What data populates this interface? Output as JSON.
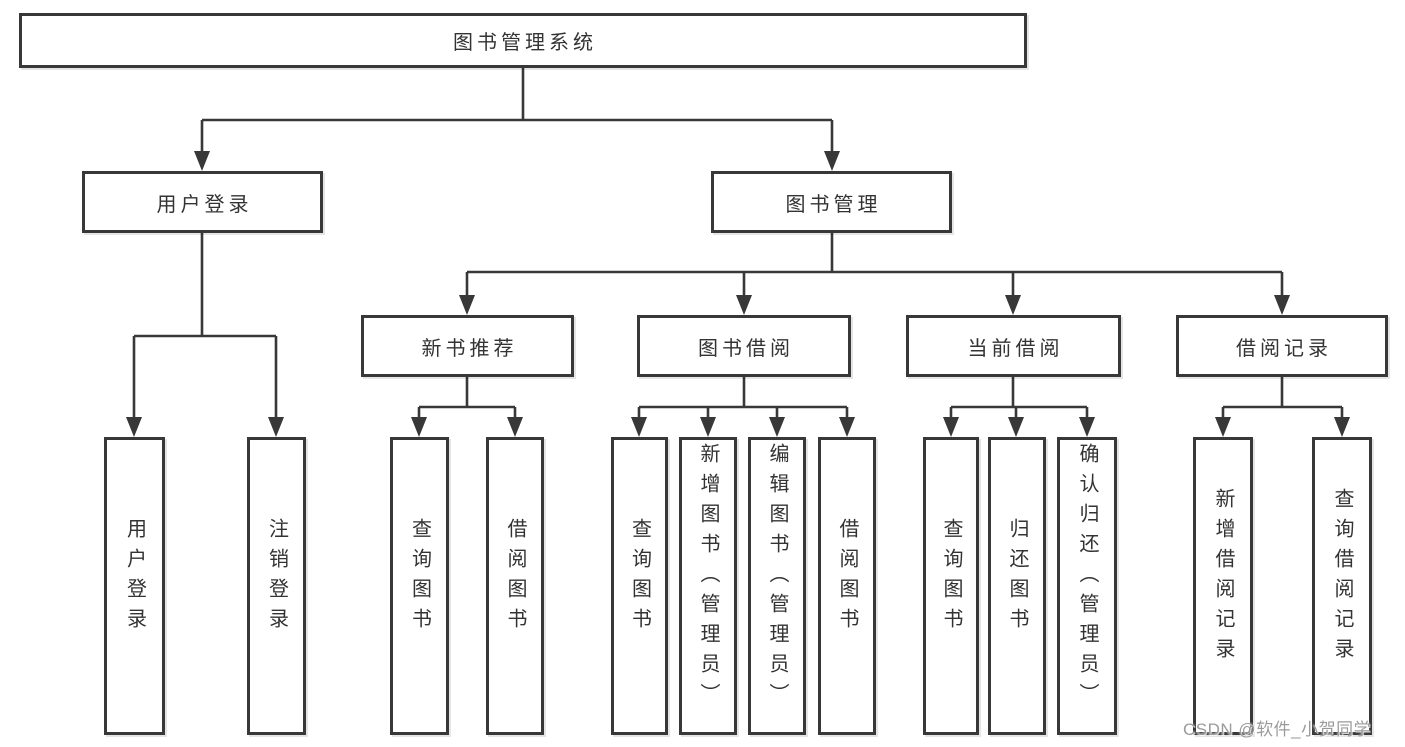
{
  "colors": {
    "line": "#383838",
    "text": "#333333",
    "box_background": "#ffffff",
    "watermark": "#9b9b9b"
  },
  "watermark": {
    "text": "CSDN @软件_小贺同学"
  },
  "tree": {
    "root": {
      "label": "图书管理系统"
    },
    "level2": [
      {
        "id": "user-login",
        "label": "用户登录"
      },
      {
        "id": "book-management",
        "label": "图书管理"
      }
    ],
    "level3": [
      {
        "id": "new-book-recommend",
        "parent": "图书管理",
        "label": "新书推荐"
      },
      {
        "id": "book-borrowing",
        "parent": "图书管理",
        "label": "图书借阅"
      },
      {
        "id": "current-borrowing",
        "parent": "图书管理",
        "label": "当前借阅"
      },
      {
        "id": "borrow-records",
        "parent": "图书管理",
        "label": "借阅记录"
      }
    ],
    "level4": [
      {
        "parent": "用户登录",
        "label": "用户登录"
      },
      {
        "parent": "用户登录",
        "label": "注销登录"
      },
      {
        "parent": "新书推荐",
        "label": "查询图书"
      },
      {
        "parent": "新书推荐",
        "label": "借阅图书"
      },
      {
        "parent": "图书借阅",
        "label": "查询图书"
      },
      {
        "parent": "图书借阅",
        "label": "新增图书（管理员）"
      },
      {
        "parent": "图书借阅",
        "label": "编辑图书（管理员）"
      },
      {
        "parent": "图书借阅",
        "label": "借阅图书"
      },
      {
        "parent": "当前借阅",
        "label": "查询图书"
      },
      {
        "parent": "当前借阅",
        "label": "归还图书"
      },
      {
        "parent": "当前借阅",
        "label": "确认归还（管理员）"
      },
      {
        "parent": "借阅记录",
        "label": "新增借阅记录"
      },
      {
        "parent": "借阅记录",
        "label": "查询借阅记录"
      }
    ]
  }
}
